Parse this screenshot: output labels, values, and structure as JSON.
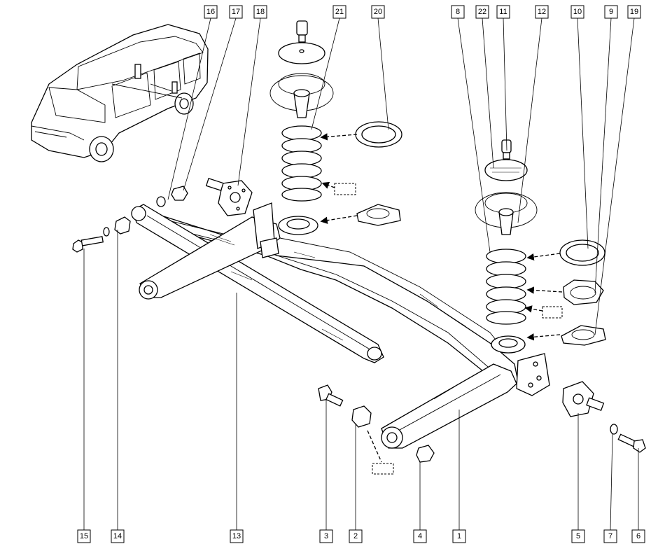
{
  "callouts_top": [
    "16",
    "17",
    "18",
    "21",
    "20",
    "8",
    "22",
    "11",
    "12",
    "10",
    "9",
    "19"
  ],
  "callouts_bottom": [
    "15",
    "14",
    "13",
    "3",
    "2",
    "4",
    "1",
    "5",
    "7",
    "6"
  ],
  "icons": {
    "vehicle": "minivan-outline-icon",
    "reference": "dashed-reference-box-icon"
  }
}
